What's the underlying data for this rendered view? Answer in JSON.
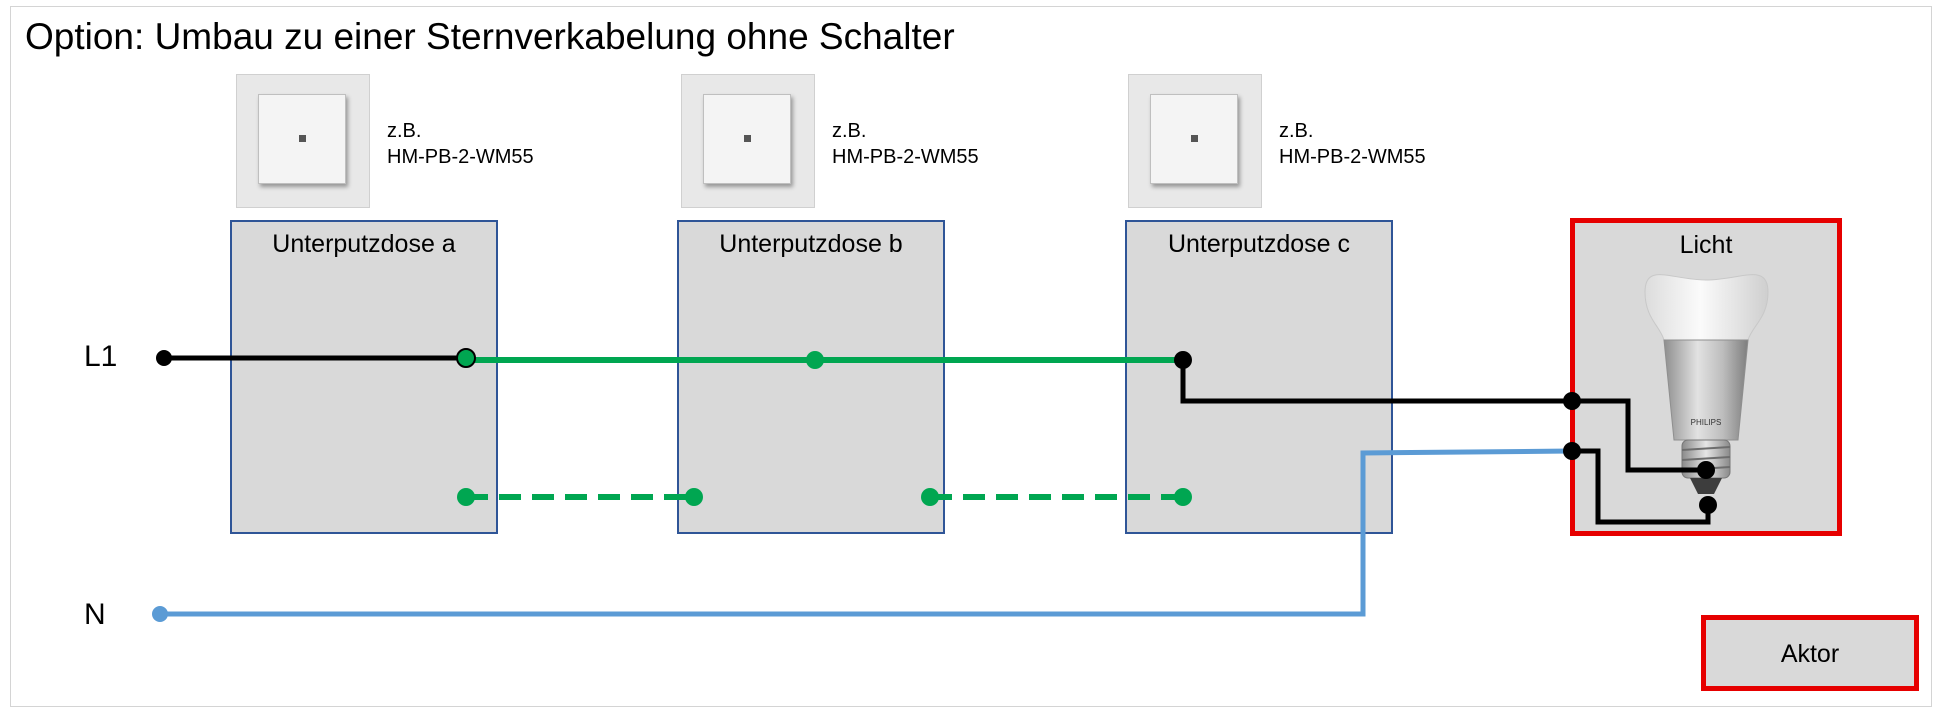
{
  "title": "Option: Umbau zu einer Sternverkabelung ohne Schalter",
  "conductors": {
    "live": "L1",
    "neutral": "N"
  },
  "switches": [
    {
      "example": "z.B.",
      "model": "HM-PB-2-WM55"
    },
    {
      "example": "z.B.",
      "model": "HM-PB-2-WM55"
    },
    {
      "example": "z.B.",
      "model": "HM-PB-2-WM55"
    }
  ],
  "boxes": [
    {
      "label": "Unterputzdose a"
    },
    {
      "label": "Unterputzdose b"
    },
    {
      "label": "Unterputzdose c"
    }
  ],
  "light": {
    "label": "Licht",
    "brand": "PHILIPS"
  },
  "legend": {
    "actor_label": "Aktor"
  },
  "colors": {
    "live_wire": "#000000",
    "bridge_wire": "#00a651",
    "neutral_wire": "#5b9bd5",
    "box_border": "#2f5597",
    "box_fill": "#d9d9d9",
    "actor_highlight": "#e60000"
  }
}
